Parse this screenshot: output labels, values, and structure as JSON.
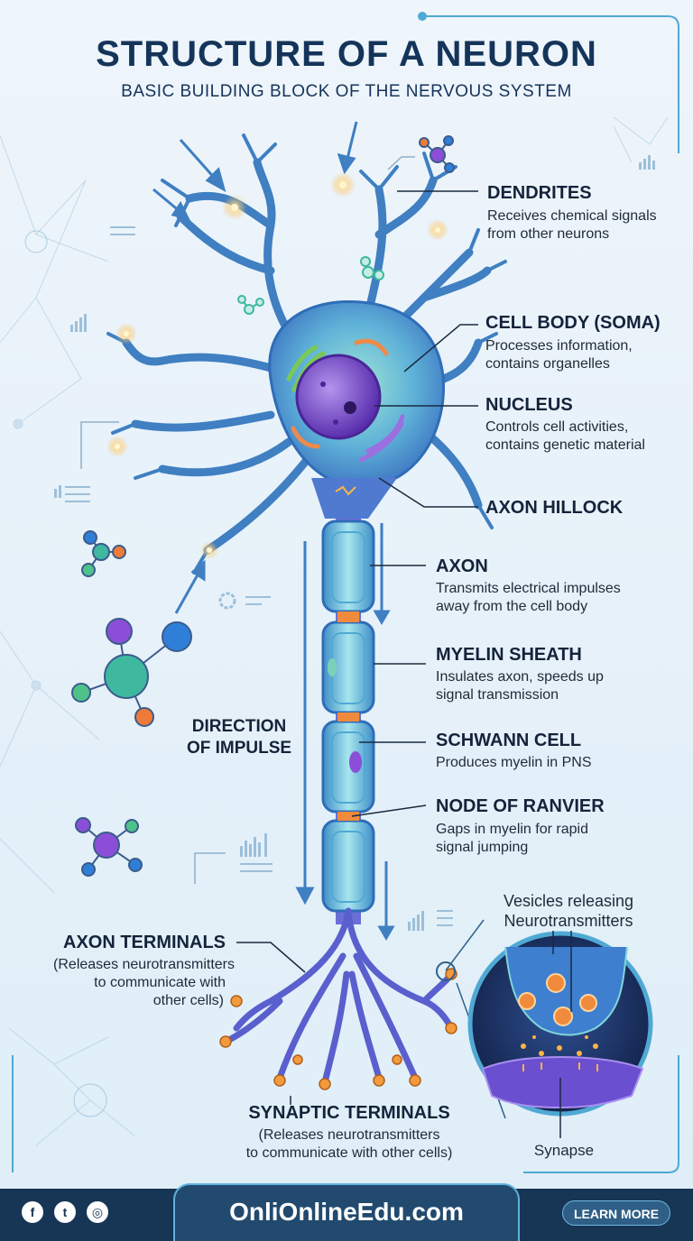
{
  "header": {
    "title": "STRUCTURE OF A NEURON",
    "subtitle": "BASIC BUILDING BLOCK OF THE NERVOUS SYSTEM"
  },
  "labels": {
    "dendrites": {
      "title": "DENDRITES",
      "line1": "Receives chemical signals",
      "line2": "from other neurons"
    },
    "cell_body": {
      "title": "CELL BODY (SOMA)",
      "line1": "Processes information,",
      "line2": "contains organelles"
    },
    "nucleus": {
      "title": "NUCLEUS",
      "line1": "Controls cell activities,",
      "line2": "contains genetic material"
    },
    "axon_hillock": {
      "title": "AXON HILLOCK"
    },
    "axon": {
      "title": "AXON",
      "line1": "Transmits electrical impulses",
      "line2": "away from the cell body"
    },
    "myelin": {
      "title": "MYELIN SHEATH",
      "line1": "Insulates axon, speeds up",
      "line2": "signal transmission"
    },
    "schwann": {
      "title": "SCHWANN CELL",
      "line1": "Produces myelin in PNS"
    },
    "node": {
      "title": "NODE OF RANVIER",
      "line1": "Gaps in myelin for rapid",
      "line2": "signal jumping"
    },
    "direction": {
      "line1": "DIRECTION",
      "line2": "OF IMPULSE"
    },
    "axon_terminals": {
      "title": "AXON TERMINALS",
      "line1": "(Releases neurotransmitters",
      "line2": "to communicate with",
      "line3": "other cells)"
    },
    "synaptic": {
      "title": "SYNAPTIC TERMINALS",
      "line1": "(Releases neurotransmitters",
      "line2": "to communicate with other cells)"
    },
    "vesicles": {
      "line1": "Vesicles releasing",
      "line2": "Neurotransmitters"
    },
    "synapse": "Synapse"
  },
  "footer": {
    "site": "OnliOnlineEdu.com",
    "cta": "LEARN MORE",
    "social": [
      "facebook-icon",
      "twitter-icon",
      "instagram-icon"
    ]
  },
  "colors": {
    "title": "#15345a",
    "neuron": "#3f86c4",
    "neuron_glow": "#7fd6d8",
    "nucleus": "#7d4fd0",
    "myelin": "#5fb6dc",
    "node": "#f08a3c",
    "terminal": "#f39a3c",
    "footer": "#173554"
  }
}
